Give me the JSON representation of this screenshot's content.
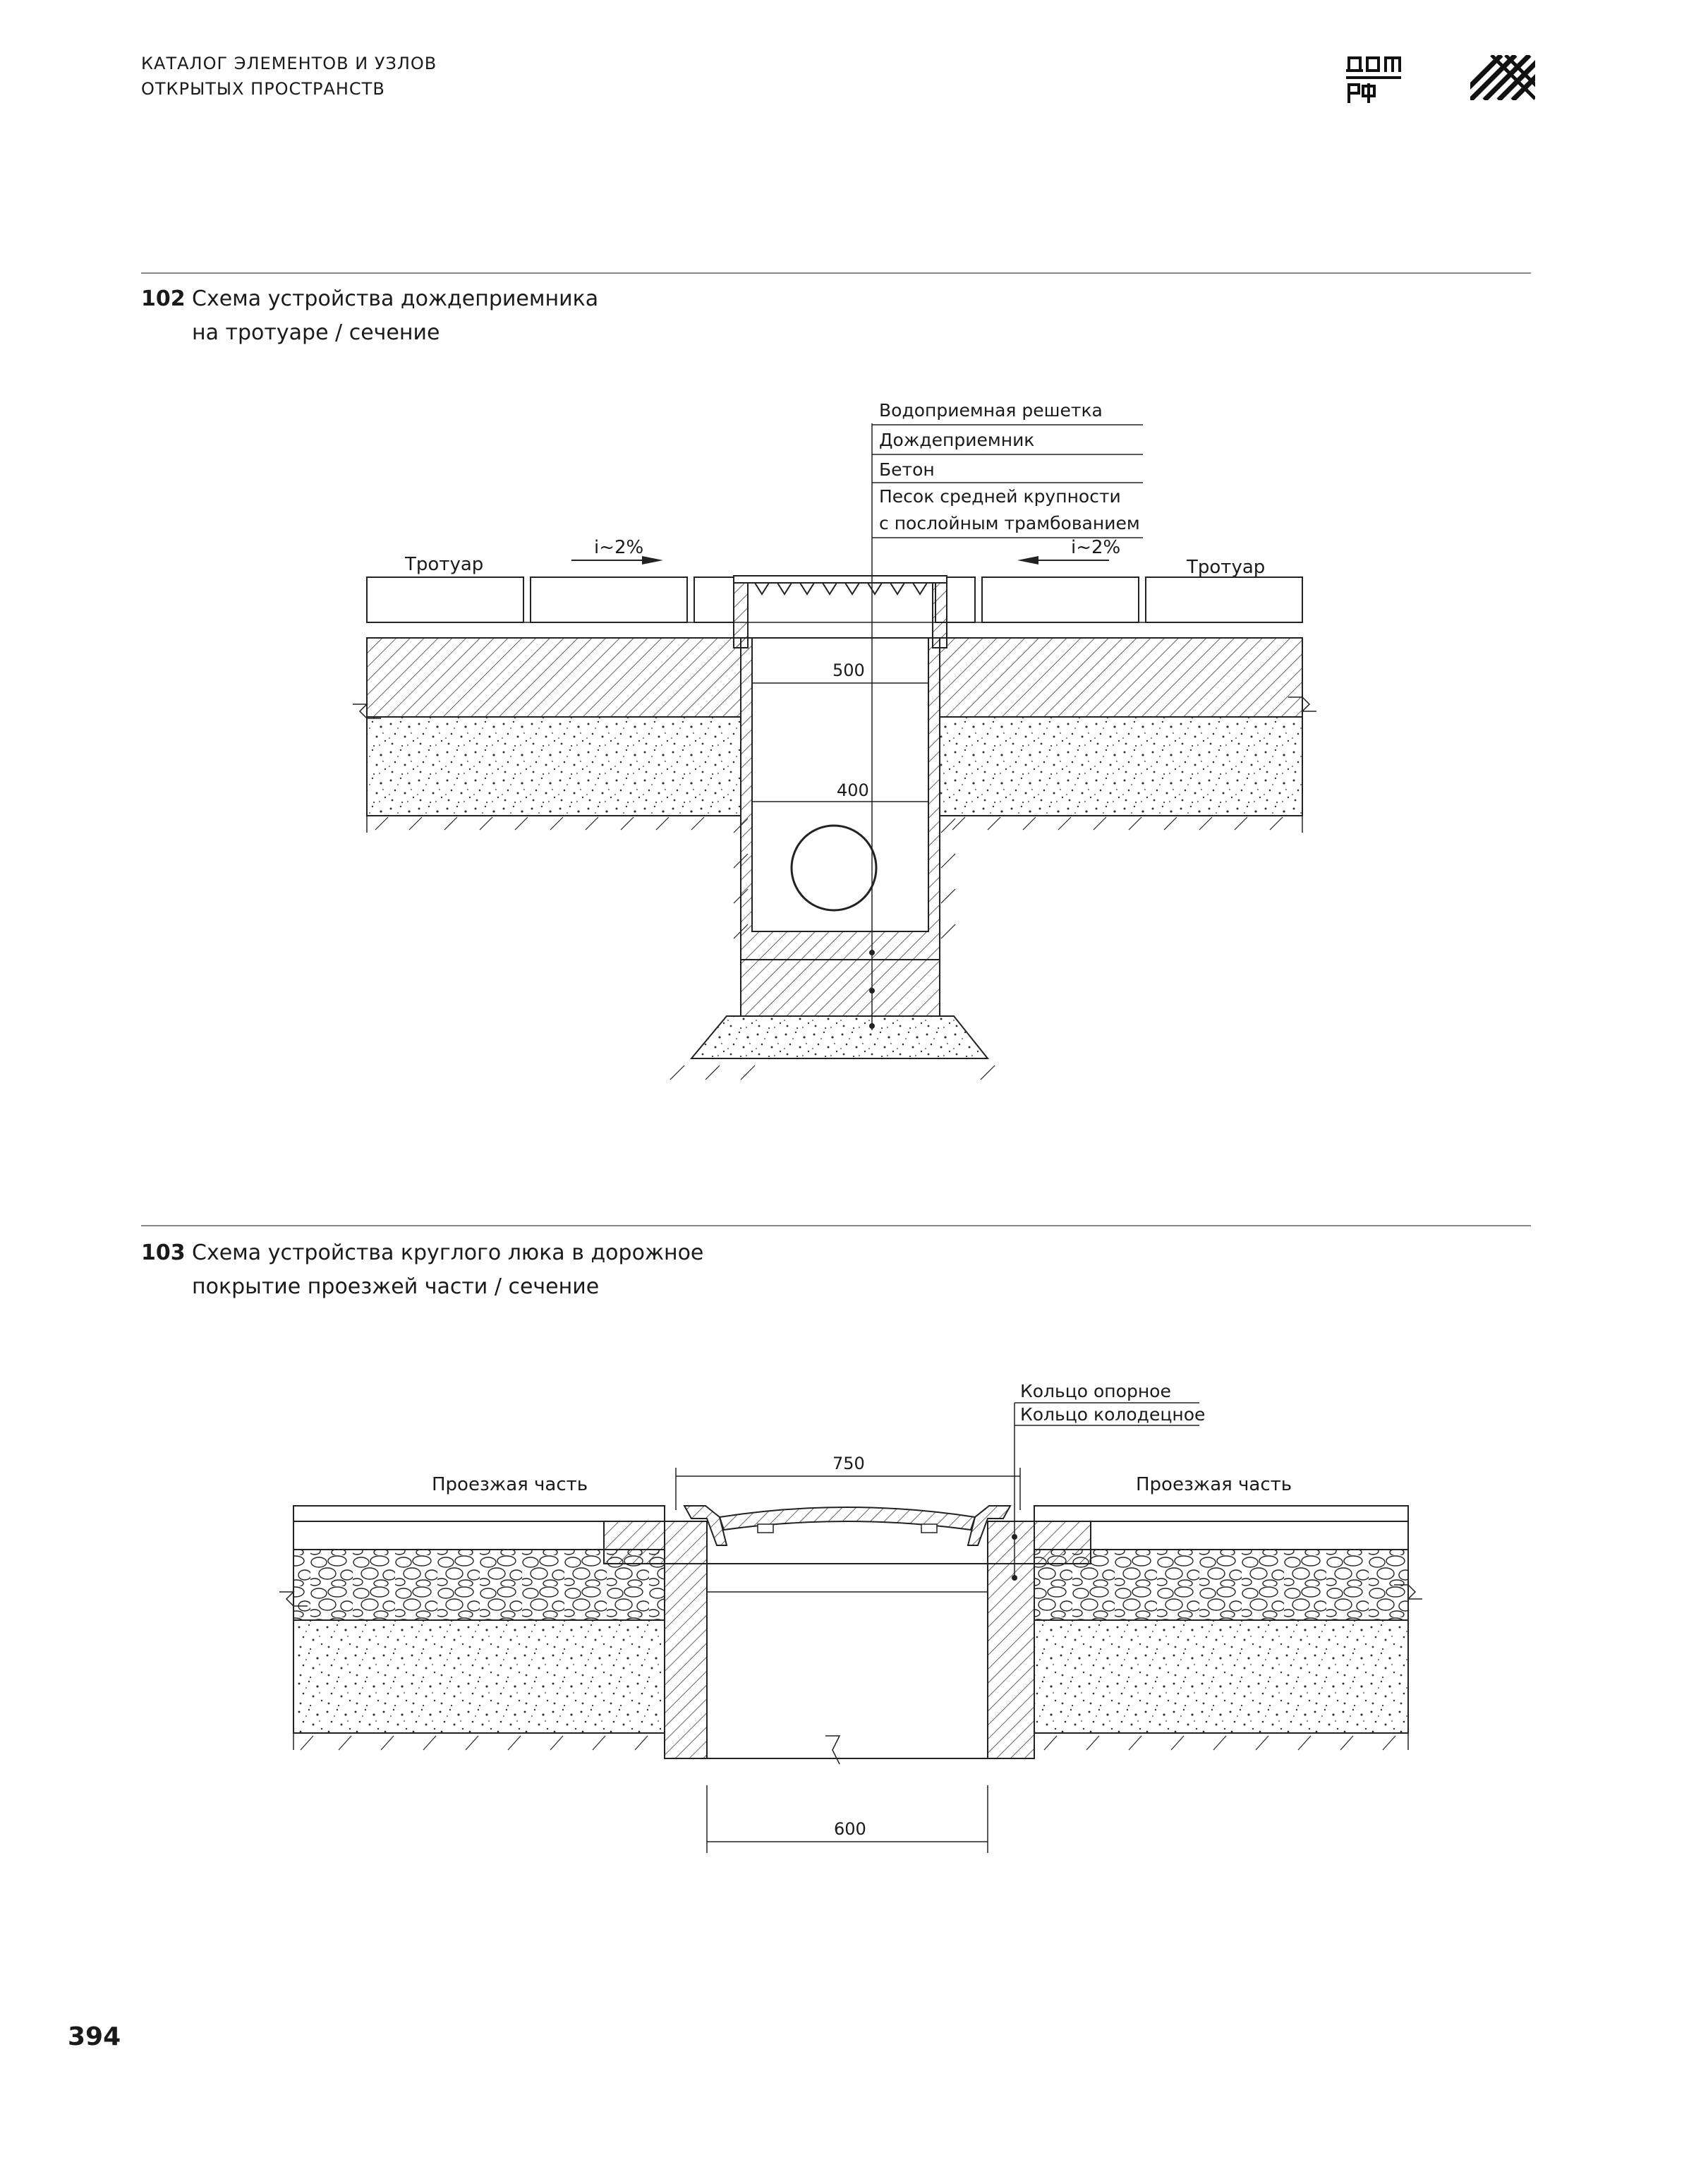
{
  "header": {
    "line1": "КАТАЛОГ ЭЛЕМЕНТОВ И УЗЛОВ",
    "line2": "ОТКРЫТЫХ ПРОСТРАНСТВ",
    "logo1_alt": "ДОМ РФ",
    "logo2_alt": "pattern-logo"
  },
  "section102": {
    "number": "102",
    "title_line1": "Схема устройства дождеприемника",
    "title_line2": "на тротуаре / сечение",
    "labels": {
      "grate": "Водоприемная решетка",
      "inlet": "Дождеприемник",
      "concrete": "Бетон",
      "sand1": "Песок средней крупности",
      "sand2": "с послойным трамбованием",
      "sidewalk_left": "Тротуар",
      "sidewalk_right": "Тротуар",
      "slope_left": "i~2%",
      "slope_right": "i~2%",
      "dim_500": "500",
      "dim_400": "400"
    }
  },
  "section103": {
    "number": "103",
    "title_line1": "Схема устройства круглого люка в дорожное",
    "title_line2": "покрытие проезжей части / сечение",
    "labels": {
      "ring_support": "Кольцо опорное",
      "ring_well": "Кольцо колодецное",
      "road_left": "Проезжая часть",
      "road_right": "Проезжая часть",
      "dim_750": "750",
      "dim_600": "600"
    }
  },
  "page": {
    "number": "394"
  }
}
